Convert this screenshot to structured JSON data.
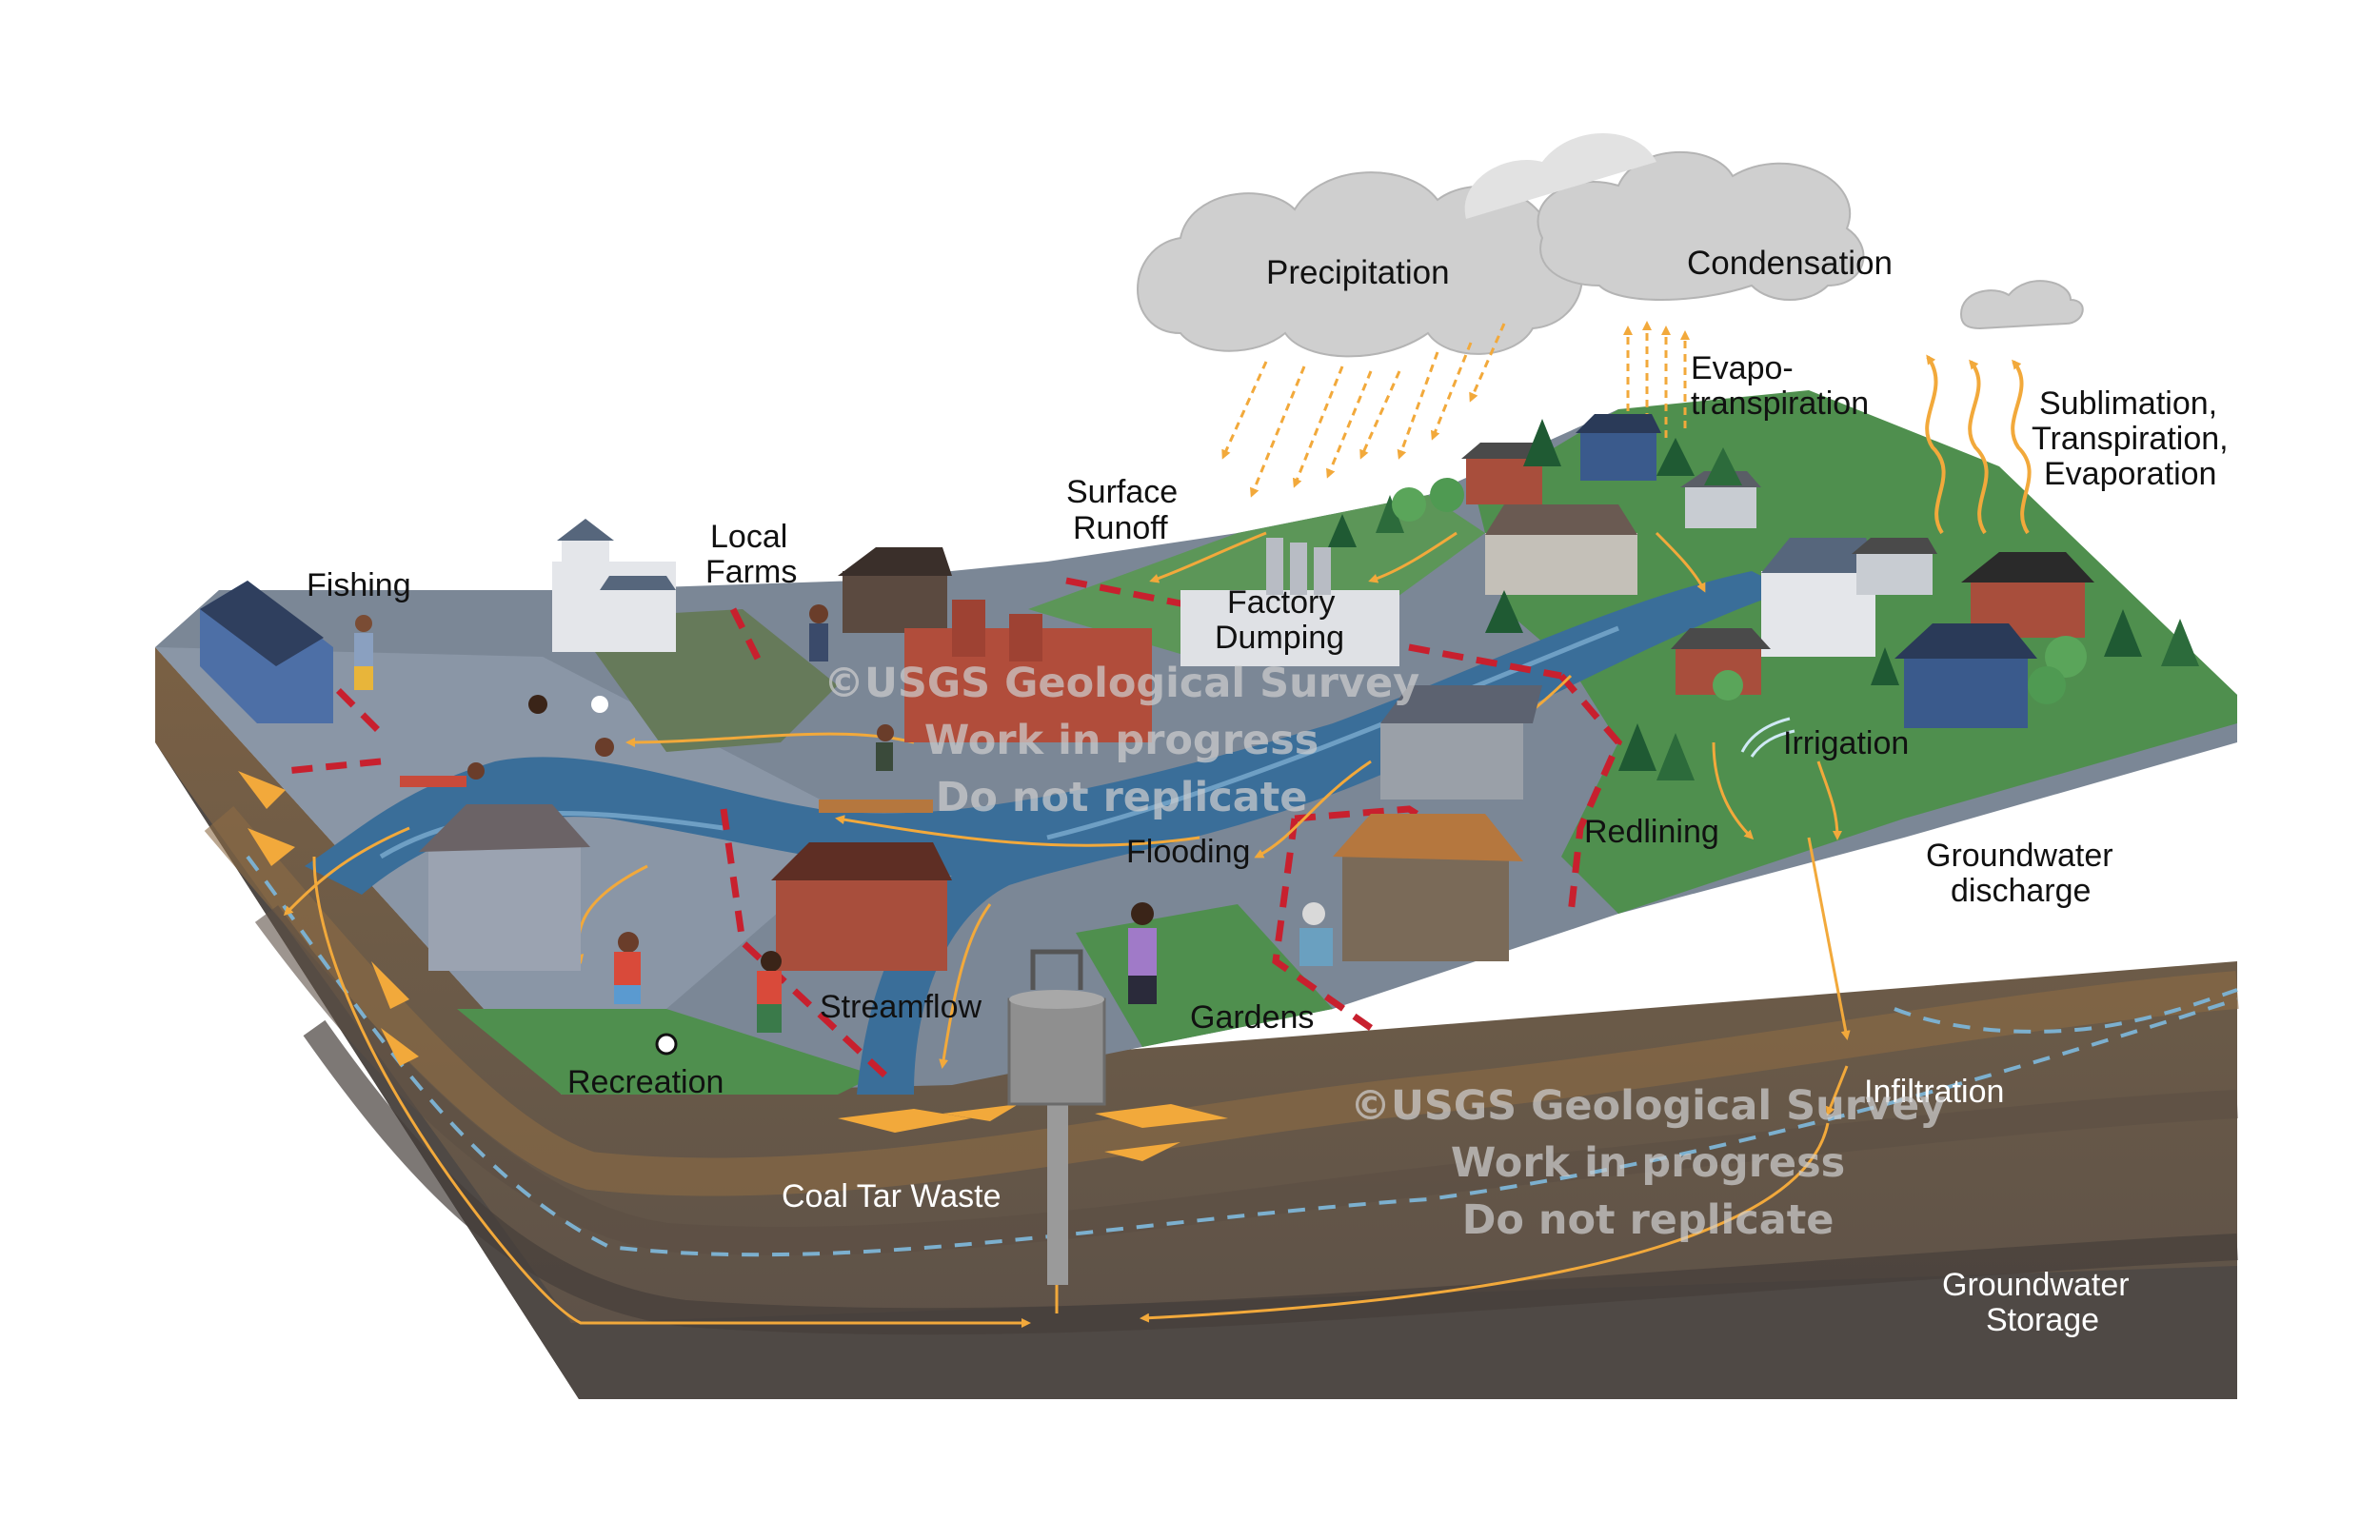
{
  "labels": {
    "precipitation": "Precipitation",
    "condensation": "Condensation",
    "evapotranspiration_1": "Evapo-",
    "evapotranspiration_2": "transpiration",
    "sublimation_1": "Sublimation,",
    "sublimation_2": "Transpiration,",
    "sublimation_3": "Evaporation",
    "surface_runoff_1": "Surface",
    "surface_runoff_2": "Runoff",
    "local_farms_1": "Local",
    "local_farms_2": "Farms",
    "fishing": "Fishing",
    "factory_dumping_1": "Factory",
    "factory_dumping_2": "Dumping",
    "irrigation": "Irrigation",
    "redlining": "Redlining",
    "flooding": "Flooding",
    "groundwater_discharge_1": "Groundwater",
    "groundwater_discharge_2": "discharge",
    "streamflow": "Streamflow",
    "gardens": "Gardens",
    "recreation": "Recreation",
    "infiltration": "Infiltration",
    "coal_tar_waste": "Coal Tar Waste",
    "groundwater_storage_1": "Groundwater",
    "groundwater_storage_2": "Storage"
  },
  "watermark": {
    "line1": "©USGS Geological Survey",
    "line2": "Work in progress",
    "line3": "Do not replicate"
  },
  "colors": {
    "flow_arrow": "#f2a93b",
    "redline": "#c8202e",
    "river": "#3a6e99",
    "grass": "#4f8f4e",
    "soil": "#6b5a46",
    "cloud": "#cfcfcf"
  }
}
